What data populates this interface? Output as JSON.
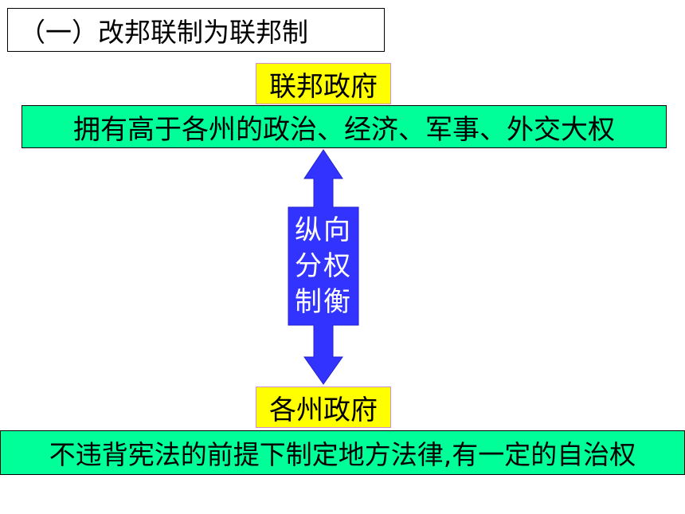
{
  "title": "（一）改邦联制为联邦制",
  "federal": {
    "label": "联邦政府",
    "powers": "拥有高于各州的政治、经济、军事、外交大权"
  },
  "arrow": {
    "lines": [
      "纵向",
      "分权",
      "制衡"
    ],
    "color": "#3333ff"
  },
  "state": {
    "label": "各州政府",
    "powers": "不违背宪法的前提下制定地方法律,有一定的自治权"
  }
}
